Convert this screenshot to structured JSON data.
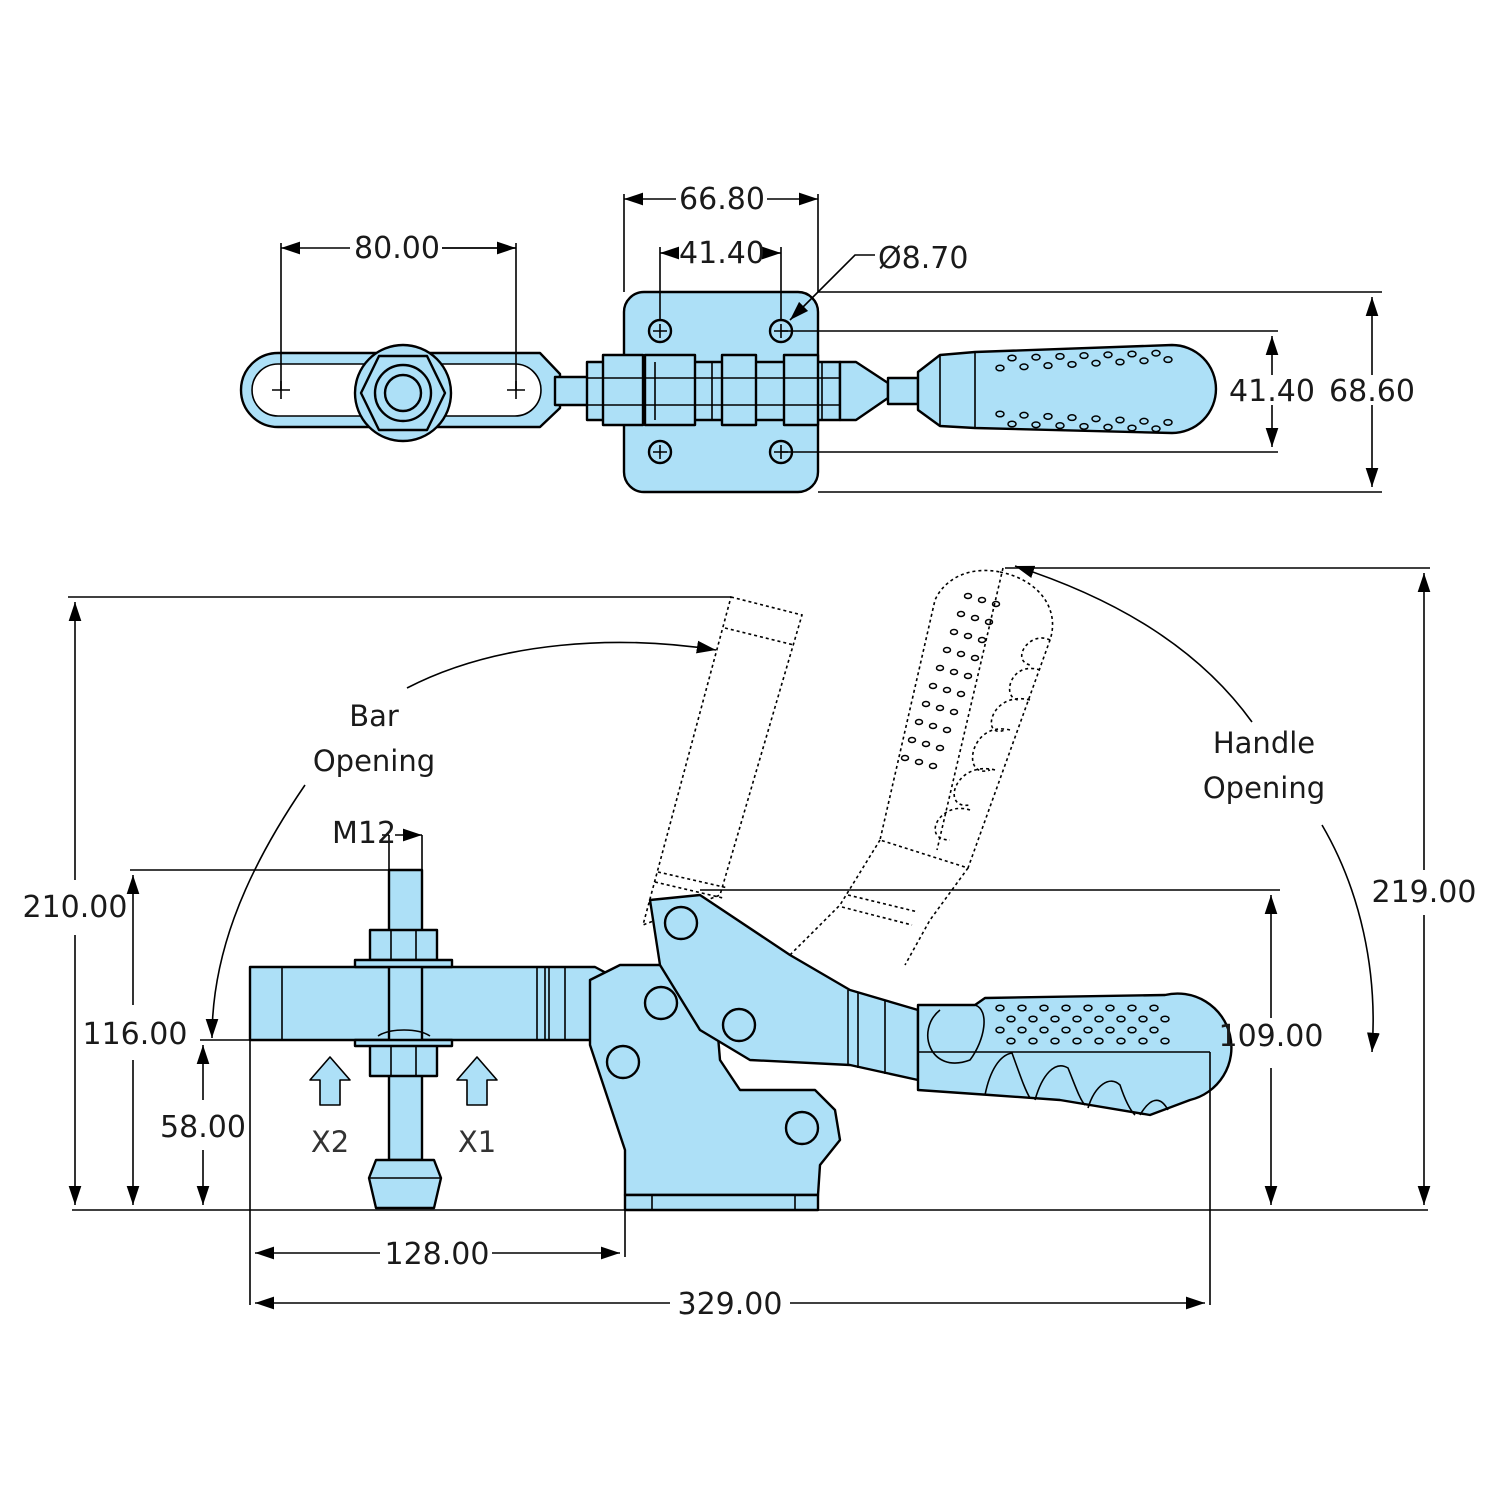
{
  "top_view": {
    "dim_bar_slot": "80.00",
    "dim_base_width": "66.80",
    "dim_hole_spacing_x": "41.40",
    "dim_hole_diameter": "Ø8.70",
    "dim_hole_spacing_y": "41.40",
    "dim_base_height": "68.60"
  },
  "side_view": {
    "dim_bar_open_height": "210.00",
    "dim_spindle_height": "116.00",
    "dim_bar_height": "58.00",
    "dim_spindle_thread": "M12",
    "dim_bar_to_base": "128.00",
    "dim_overall_length": "329.00",
    "dim_handle_height": "109.00",
    "dim_handle_open_height": "219.00",
    "label_bar_opening_1": "Bar",
    "label_bar_opening_2": "Opening",
    "label_handle_opening_1": "Handle",
    "label_handle_opening_2": "Opening",
    "label_x1": "X1",
    "label_x2": "X2"
  },
  "colors": {
    "part_fill": "#ade0f7",
    "outline": "#000000",
    "arrow_fill": "#ade0f7"
  }
}
